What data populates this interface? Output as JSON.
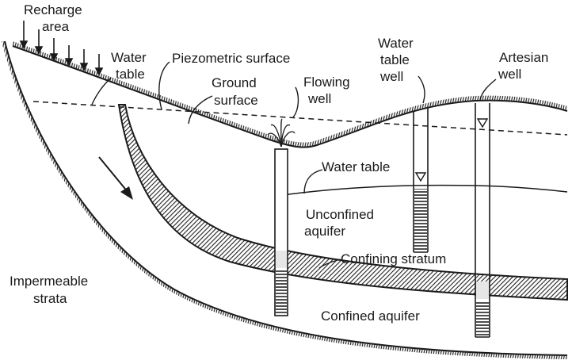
{
  "labels": {
    "recharge_area": [
      "Recharge",
      "area"
    ],
    "water_table_top": [
      "Water",
      "table"
    ],
    "piezometric_surface": "Piezometric surface",
    "ground_surface": [
      "Ground",
      "surface"
    ],
    "flowing_well": [
      "Flowing",
      "well"
    ],
    "water_table_well": [
      "Water",
      "table",
      "well"
    ],
    "artesian_well": [
      "Artesian",
      "well"
    ],
    "water_table_mid": "Water table",
    "unconfined_aquifer": [
      "Unconfined",
      "aquifer"
    ],
    "confining_stratum": "Confining stratum",
    "impermeable_strata": [
      "Impermeable",
      "strata"
    ],
    "confined_aquifer": "Confined aquifer"
  },
  "colors": {
    "ink": "#1a1a1a",
    "hatch": "#333333",
    "well_screen": "#222222",
    "well_fill": "#e6e6e6"
  }
}
